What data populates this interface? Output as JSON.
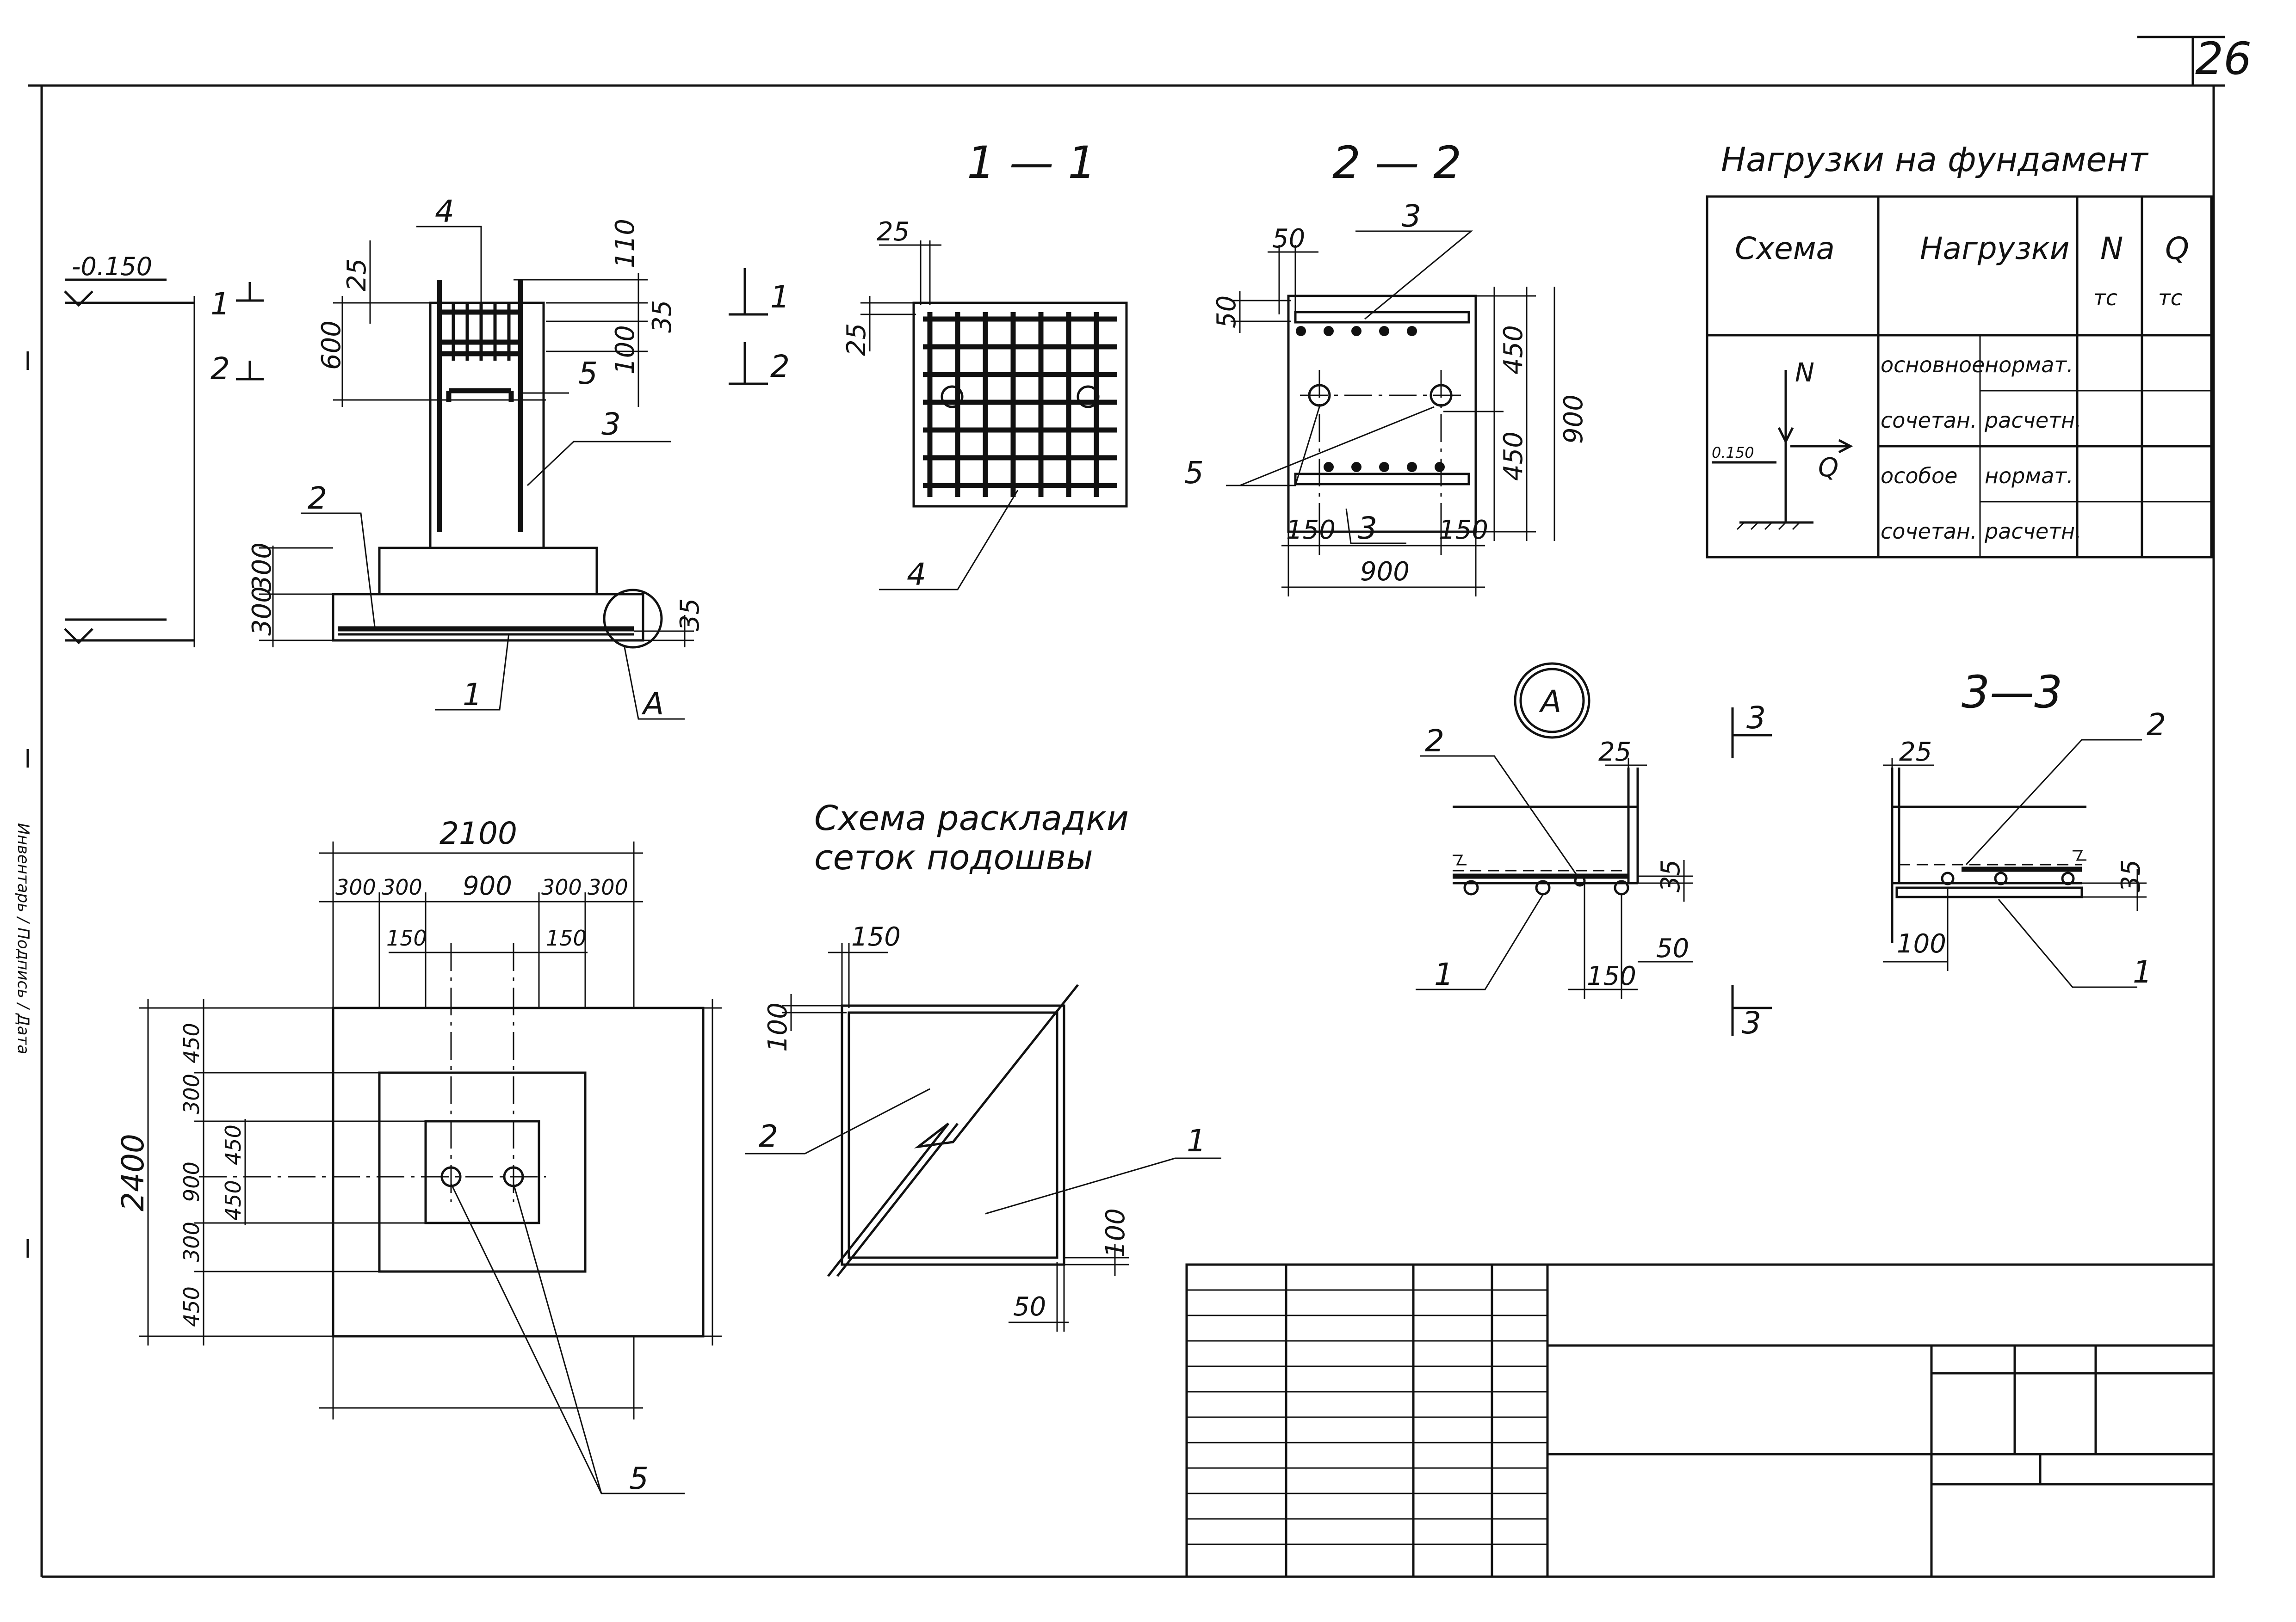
{
  "page_number": "26",
  "elevation_top": "-0.150",
  "sections": {
    "s11": "1 — 1",
    "s22": "2 — 2",
    "s33": "3—3",
    "detail": "A"
  },
  "cut_marks": {
    "c1": "1",
    "c2": "2",
    "c3": "3"
  },
  "callouts": {
    "p1": "1",
    "p2": "2",
    "p3": "3",
    "p4": "4",
    "p5": "5",
    "pA": "A"
  },
  "dims": {
    "d25": "25",
    "d110": "110",
    "d35": "35",
    "d100": "100",
    "d600": "600",
    "d300": "300",
    "d50": "50",
    "d450": "450",
    "d900": "900",
    "d150": "150",
    "d2100": "2100",
    "d2400": "2400"
  },
  "mesh_scheme_title": [
    "Схема раскладки",
    "сеток подошвы"
  ],
  "load_table": {
    "title": "Нагрузки на фундамент",
    "headers": {
      "scheme": "Схема",
      "loads": "Нагрузки",
      "n": "N",
      "q": "Q",
      "unit": "тс"
    },
    "scheme_labels": {
      "n": "N",
      "q": "Q",
      "elev": "0.150"
    },
    "rows": [
      {
        "combo": "основное",
        "type": "нормат."
      },
      {
        "combo": "сочетан.",
        "type": "расчетн."
      },
      {
        "combo": "особое",
        "type": "нормат."
      },
      {
        "combo": "сочетан.",
        "type": "расчетн."
      }
    ]
  },
  "margin_stamp": "Инвентарь / Подпись / Дата"
}
